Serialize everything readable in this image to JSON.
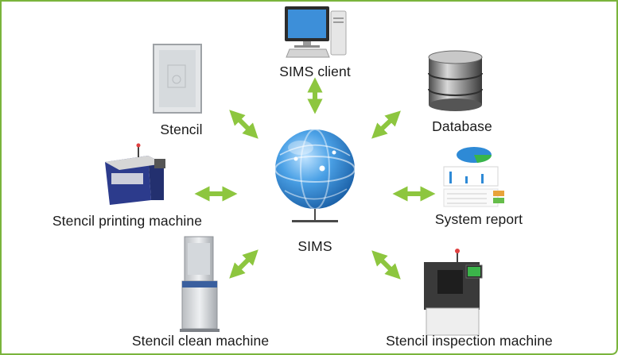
{
  "diagram": {
    "hub": {
      "label": "SIMS"
    },
    "nodes": [
      {
        "id": "sims-client",
        "label": "SIMS client",
        "icon": "desktop-computer-icon"
      },
      {
        "id": "stencil",
        "label": "Stencil",
        "icon": "stencil-frame-icon"
      },
      {
        "id": "database",
        "label": "Database",
        "icon": "database-icon"
      },
      {
        "id": "stencil-printing-machine",
        "label": "Stencil printing machine",
        "icon": "printing-machine-icon"
      },
      {
        "id": "system-report",
        "label": "System report",
        "icon": "report-dashboard-icon"
      },
      {
        "id": "stencil-clean-machine",
        "label": "Stencil clean machine",
        "icon": "clean-machine-icon"
      },
      {
        "id": "stencil-inspection-machine",
        "label": "Stencil inspection machine",
        "icon": "inspection-machine-icon"
      }
    ],
    "colors": {
      "border": "#7ab43c",
      "arrow": "#8dc63f",
      "globe": "#2f80c9"
    }
  }
}
